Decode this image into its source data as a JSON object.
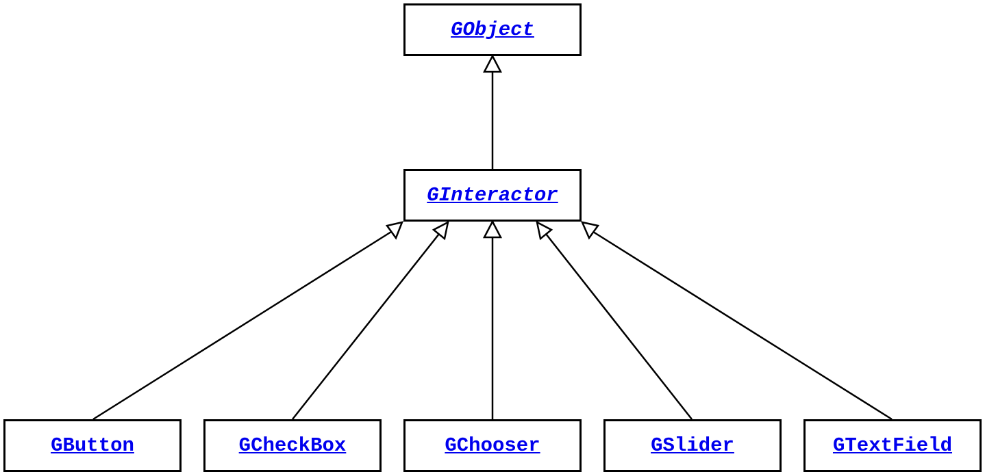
{
  "classes": {
    "gobject": {
      "label": "GObject"
    },
    "ginteractor": {
      "label": "GInteractor"
    },
    "gbutton": {
      "label": "GButton"
    },
    "gcheckbox": {
      "label": "GCheckBox"
    },
    "gchooser": {
      "label": "GChooser"
    },
    "gslider": {
      "label": "GSlider"
    },
    "gtextfield": {
      "label": "GTextField"
    }
  },
  "inheritance": [
    {
      "child": "GInteractor",
      "parent": "GObject"
    },
    {
      "child": "GButton",
      "parent": "GInteractor"
    },
    {
      "child": "GCheckBox",
      "parent": "GInteractor"
    },
    {
      "child": "GChooser",
      "parent": "GInteractor"
    },
    {
      "child": "GSlider",
      "parent": "GInteractor"
    },
    {
      "child": "GTextField",
      "parent": "GInteractor"
    }
  ],
  "colors": {
    "link": "#0000ee",
    "border": "#000000",
    "background": "#ffffff"
  }
}
